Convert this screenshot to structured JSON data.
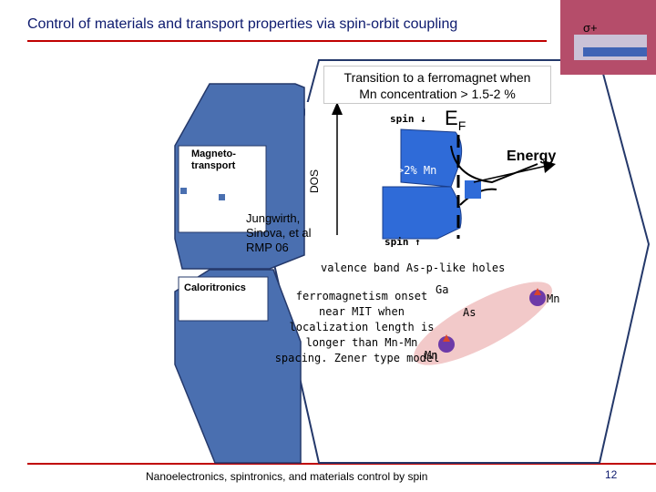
{
  "title": "Control of materials and transport properties via spin-orbit coupling",
  "callout": {
    "line1": "Transition to a ferromagnet when",
    "line2": "Mn concentration > 1.5-2 %"
  },
  "panels": {
    "magnetotransport_line1": "Magneto-",
    "magnetotransport_line2": "transport",
    "caloritronics": "Caloritronics"
  },
  "dos": {
    "axis_label": "DOS",
    "energy_label": "Energy",
    "fermi_label_main": "E",
    "fermi_label_sub": "F",
    "spin_down": "spin ↓",
    "spin_up": "spin ↑",
    "region_label": ">2% Mn"
  },
  "reference": {
    "line1": "Jungwirth,",
    "line2": "Sinova, et al",
    "line3": "RMP 06"
  },
  "valence_label": "valence band As-p-like holes",
  "ferro_text": {
    "line1": "ferromagnetism onset",
    "line2": "near MIT  when",
    "line3": "localization length is",
    "line4": "longer than Mn-Mn",
    "line5": "spacing. Zener type model"
  },
  "atoms": {
    "ga": "Ga",
    "as": "As",
    "mn_right": "Mn",
    "mn_left": "Mn"
  },
  "thumbnail": {
    "sigma_label": "σ+"
  },
  "footer": "Nanoelectronics, spintronics, and materials control by spin",
  "page_number": "12",
  "colors": {
    "title": "#0d1a6e",
    "rule": "#c00000",
    "hexagon_fill": "#4a6fb0",
    "hexagon_stroke": "#24386a",
    "dos_fill": "#2f6bd8",
    "ellipse": "#f2c9c9"
  }
}
